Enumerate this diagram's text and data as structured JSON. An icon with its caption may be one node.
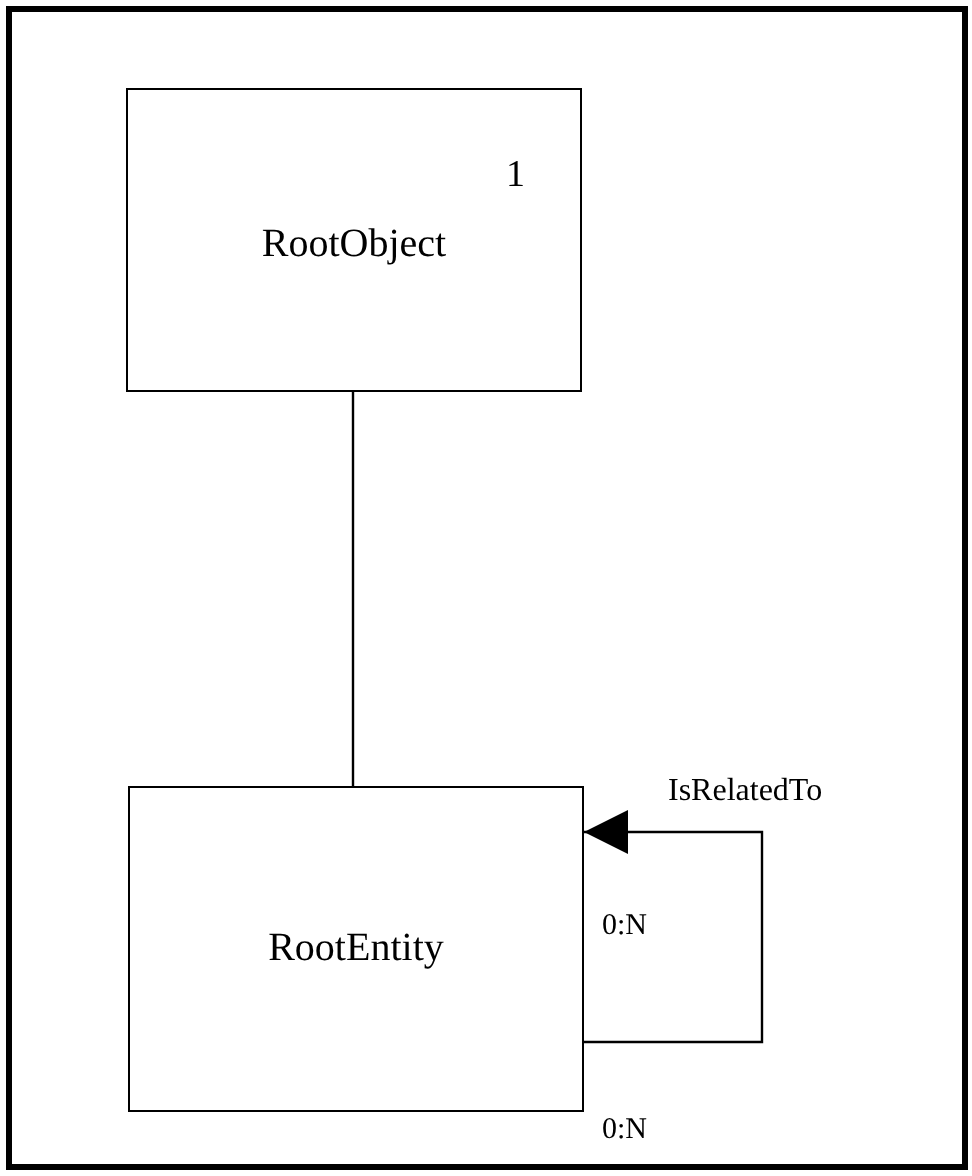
{
  "diagram": {
    "nodes": [
      {
        "text": [
          "RootObject"
        ]
      },
      {
        "text": [
          "RootEntity"
        ]
      }
    ],
    "edges": [
      {
        "from": 0,
        "to": 1,
        "arrow": "none"
      },
      {
        "from": 1,
        "to": 1,
        "arrow": "to",
        "label": "IsRelatedTo"
      }
    ],
    "labels": [
      "1",
      "0:N",
      "0:N"
    ]
  }
}
